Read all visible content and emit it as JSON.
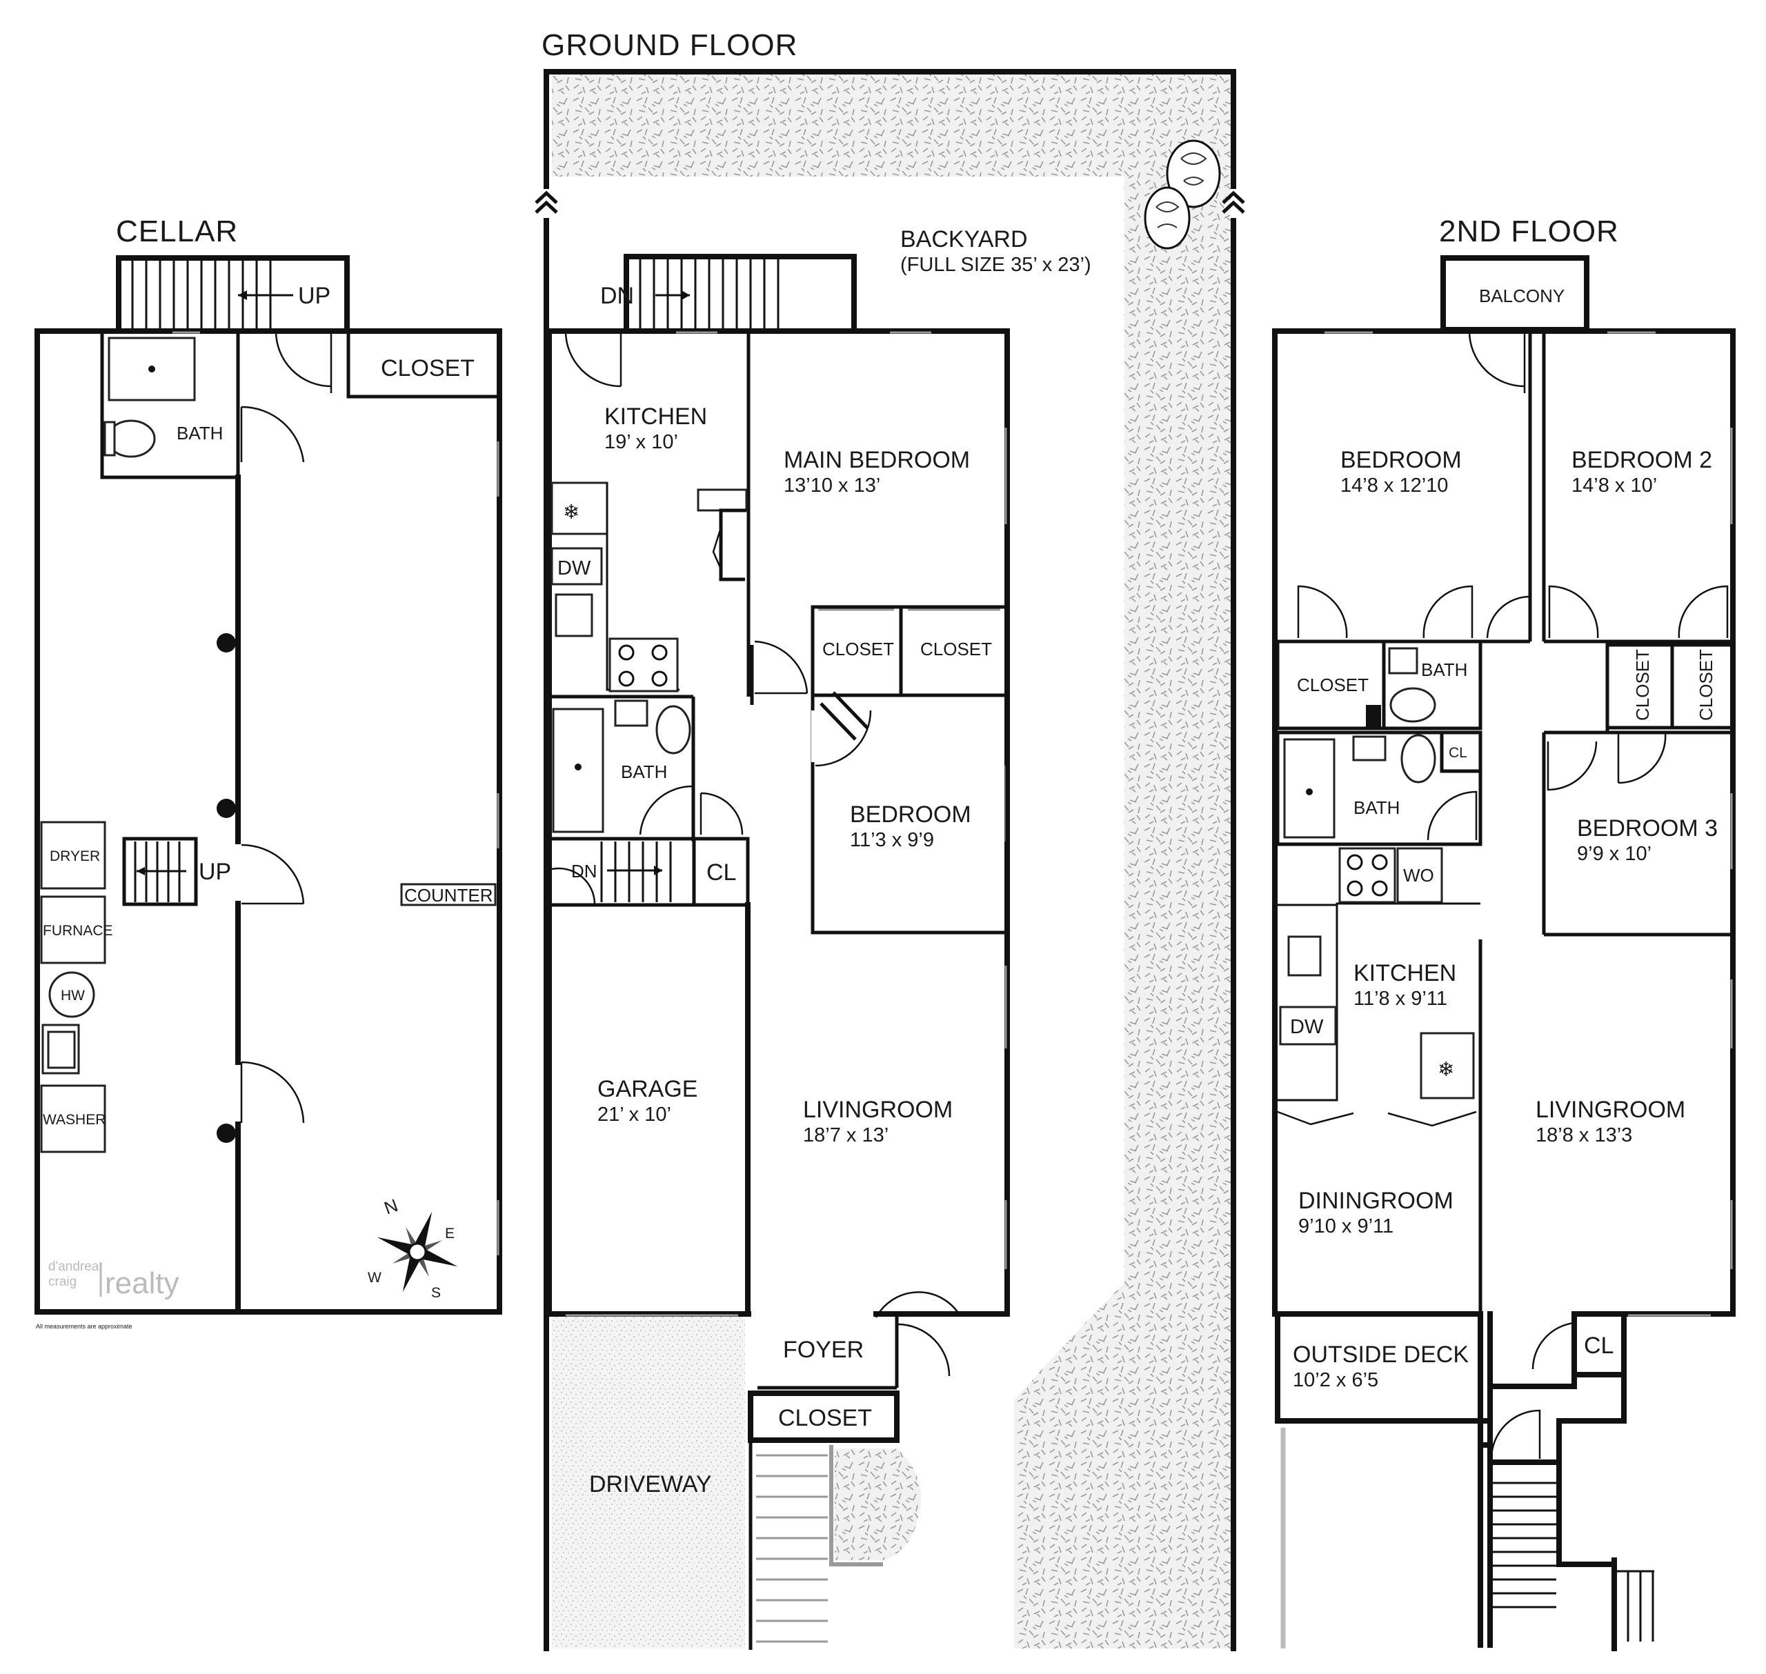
{
  "floors": {
    "cellar": {
      "title": "CELLAR",
      "rooms": {
        "closet": "CLOSET",
        "bath": "BATH",
        "dryer": "DRYER",
        "furnace": "FURNACE",
        "hw": "HW",
        "washer": "WASHER",
        "counter": "COUNTER",
        "stair_up_top": "UP",
        "stair_up_mid": "UP"
      }
    },
    "ground": {
      "title": "GROUND FLOOR",
      "rooms": {
        "backyard_name": "BACKYARD",
        "backyard_size": "(FULL SIZE 35’ x 23’)",
        "stair_dn_top": "DN",
        "kitchen_name": "KITCHEN",
        "kitchen_dim": "19’ x 10’",
        "dw": "DW",
        "main_bedroom_name": "MAIN BEDROOM",
        "main_bedroom_dim": "13’10 x 13’",
        "closet_a": "CLOSET",
        "closet_b": "CLOSET",
        "bath": "BATH",
        "bedroom_name": "BEDROOM",
        "bedroom_dim": "11’3 x 9’9",
        "stair_dn_mid": "DN",
        "cl": "CL",
        "garage_name": "GARAGE",
        "garage_dim": "21’ x 10’",
        "livingroom_name": "LIVINGROOM",
        "livingroom_dim": "18’7 x 13’",
        "foyer": "FOYER",
        "closet_foyer": "CLOSET",
        "driveway": "DRIVEWAY"
      }
    },
    "second": {
      "title": "2ND FLOOR",
      "rooms": {
        "balcony": "BALCONY",
        "bedroom_name": "BEDROOM",
        "bedroom_dim": "14’8 x 12’10",
        "bedroom2_name": "BEDROOM 2",
        "bedroom2_dim": "14’8 x 10’",
        "closet": "CLOSET",
        "bath_top": "BATH",
        "closet_v1": "CLOSET",
        "closet_v2": "CLOSET",
        "cl_small": "CL",
        "bath_bottom": "BATH",
        "wo": "WO",
        "bedroom3_name": "BEDROOM 3",
        "bedroom3_dim": "9’9 x 10’",
        "kitchen_name": "KITCHEN",
        "kitchen_dim": "11’8 x 9’11",
        "dw": "DW",
        "livingroom_name": "LIVINGROOM",
        "livingroom_dim": "18’8 x 13’3",
        "diningroom_name": "DININGROOM",
        "diningroom_dim": "9’10 x 9’11",
        "deck_name": "OUTSIDE DECK",
        "deck_dim": "10’2 x 6’5",
        "cl_deck": "CL"
      }
    }
  },
  "branding": {
    "logo_top": "d'andrea",
    "logo_bottom": "craig",
    "logo_word": "realty",
    "disclaimer": "All measurements are approximate"
  },
  "compass": {
    "n": "N",
    "e": "E",
    "s": "S",
    "w": "W"
  },
  "colors": {
    "wall": "#111111",
    "yard_pattern": "#9a9a9a",
    "logo": "#bbbbbb"
  }
}
